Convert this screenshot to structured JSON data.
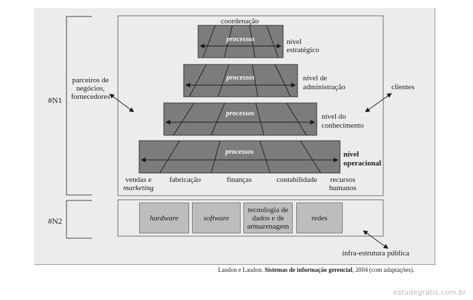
{
  "top_label": "coordenação",
  "processes_label": "processos",
  "levels": {
    "estrategico": [
      "nível",
      "estratégico"
    ],
    "administracao": [
      "nível de",
      "administração"
    ],
    "conhecimento": [
      "nível do",
      "conhecimento"
    ],
    "operacional": [
      "nível",
      "operacional"
    ]
  },
  "functions": {
    "vendas": [
      "vendas e",
      "marketing"
    ],
    "fabricacao": "fabricação",
    "financas": "finanças",
    "contabilidade": "contabilidade",
    "recursos_humanos": [
      "recursos",
      "humanos"
    ]
  },
  "partners": [
    "parceiros de",
    "negócios,",
    "fornecedores"
  ],
  "clients": "clientes",
  "n1_label": "#N1",
  "n2_label": "#N2",
  "infrastructure_boxes": {
    "hardware": "hardware",
    "software": "software",
    "tecnologia": [
      "tecnologia de",
      "dados e de",
      "armazenagem"
    ],
    "redes": "redes"
  },
  "public_infra": "infra-estrutura pública",
  "caption": {
    "authors": "Laudon e Laudon. ",
    "title": "Sistemas de informação gerencial",
    "rest": ", 2004 (com adaptações)."
  },
  "watermark": "estudegratis.com.br"
}
